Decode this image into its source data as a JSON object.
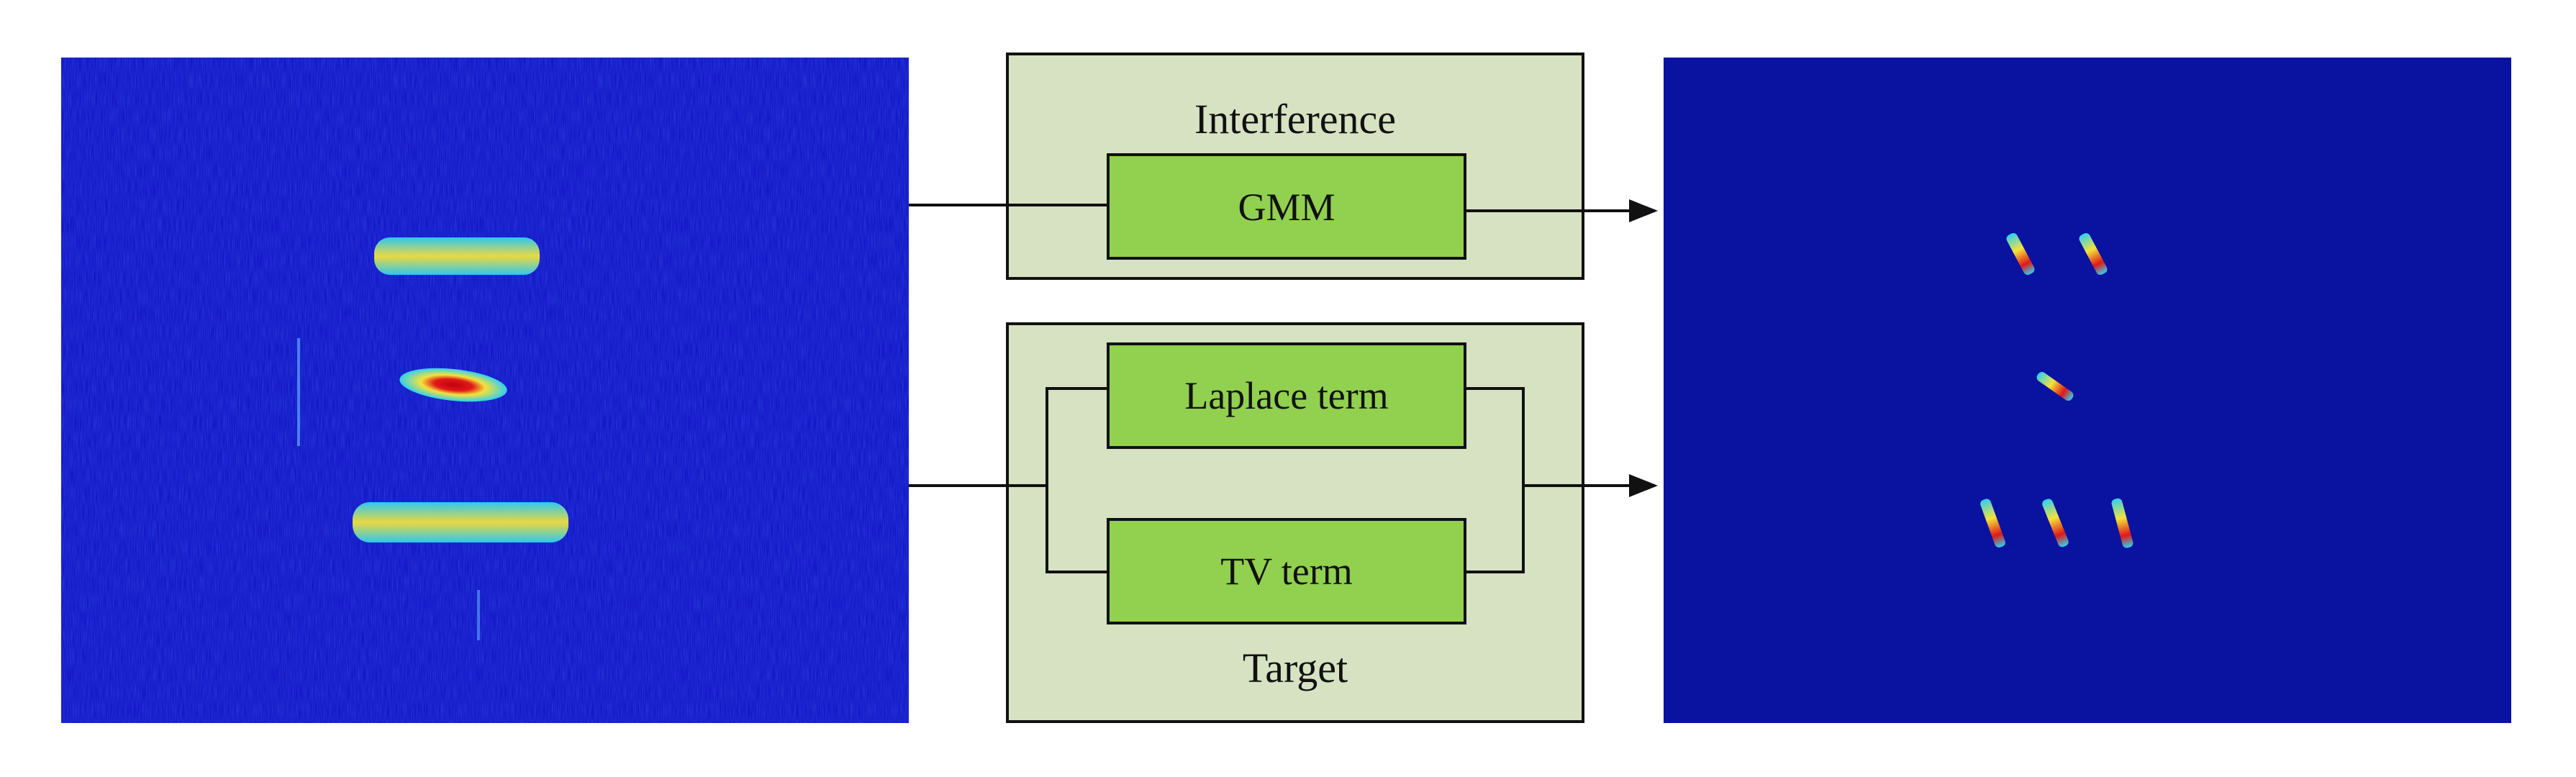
{
  "groups": {
    "interference": {
      "title": "Interference",
      "model": "GMM"
    },
    "target": {
      "title": "Target",
      "terms": [
        "Laplace term",
        "TV term"
      ]
    }
  },
  "colors": {
    "panel_fill": "#d6e2c2",
    "block_fill": "#92d050",
    "line": "#111111",
    "input_background": "#1418c8",
    "output_background": "#0a12a0",
    "blob_cyan": "#2fd0f0",
    "blob_yellow": "#f4e23a",
    "blob_red": "#e01818"
  },
  "images": {
    "input": "noisy-spectrogram-image",
    "output": "target-component-image"
  }
}
